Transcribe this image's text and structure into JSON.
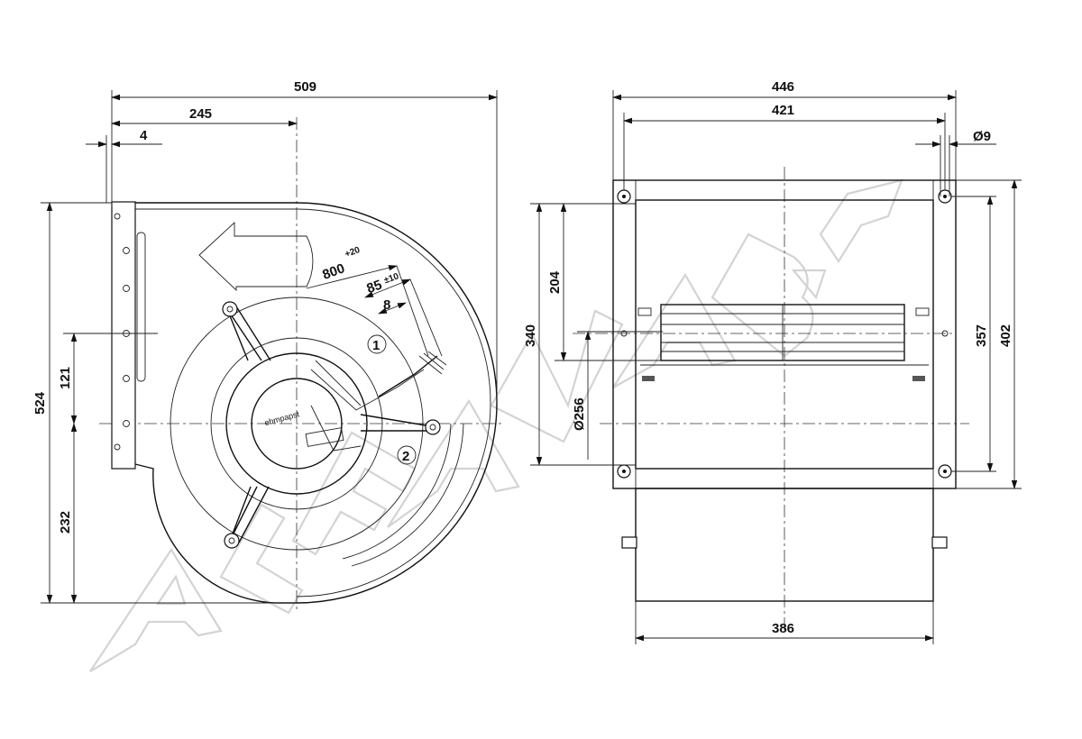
{
  "drawing": {
    "watermark": "ALFAVAB.BY",
    "front_view": {
      "dim_overall_width": "509",
      "dim_axis_offset": "245",
      "dim_flange_thickness": "4",
      "dim_overall_height": "524",
      "dim_axis_to_outlet": "121",
      "dim_axis_to_bottom": "232",
      "cable_length_main": "800",
      "cable_length_main_tol": "+20",
      "cable_strip_length": "85",
      "cable_strip_tol": "±10",
      "cable_wire_strip": "8",
      "callout_1": "1",
      "callout_2": "2",
      "motor_label": "ebmpapst"
    },
    "side_view": {
      "dim_overall_width": "446",
      "dim_hole_spacing": "421",
      "dim_hole_diameter": "Ø9",
      "dim_outlet_height": "340",
      "dim_outlet_upper": "204",
      "dim_inlet_diameter": "Ø256",
      "dim_hole_height": "357",
      "dim_overall_height": "402",
      "dim_housing_width": "386"
    }
  }
}
